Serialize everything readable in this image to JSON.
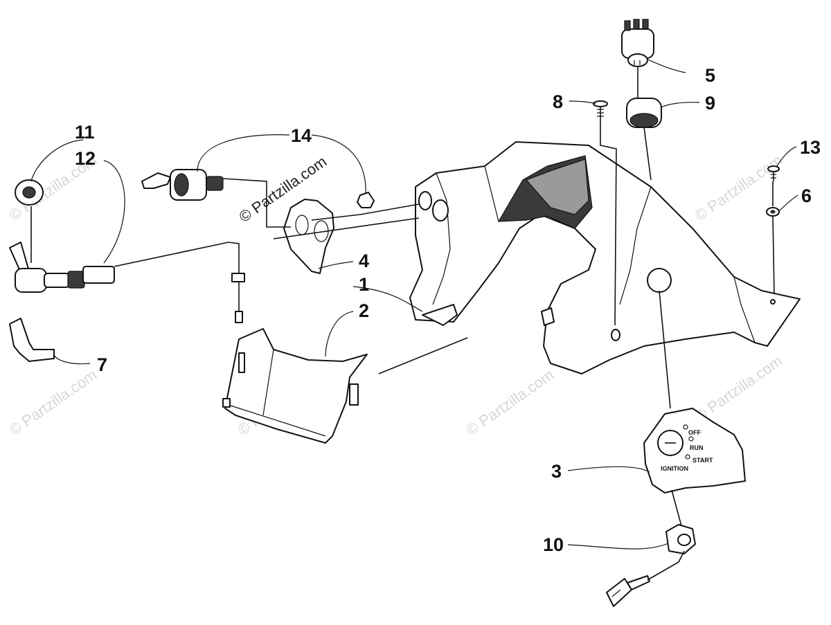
{
  "callouts": {
    "p1": "1",
    "p2": "2",
    "p3": "3",
    "p4": "4",
    "p5": "5",
    "p6": "6",
    "p7": "7",
    "p8": "8",
    "p9": "9",
    "p10": "10",
    "p11": "11",
    "p12": "12",
    "p13": "13",
    "p14": "14"
  },
  "ignition_panel": {
    "off": "OFF",
    "run": "RUN",
    "start": "START",
    "ignition": "IGNITION"
  },
  "watermark": "© Partzilla.com"
}
